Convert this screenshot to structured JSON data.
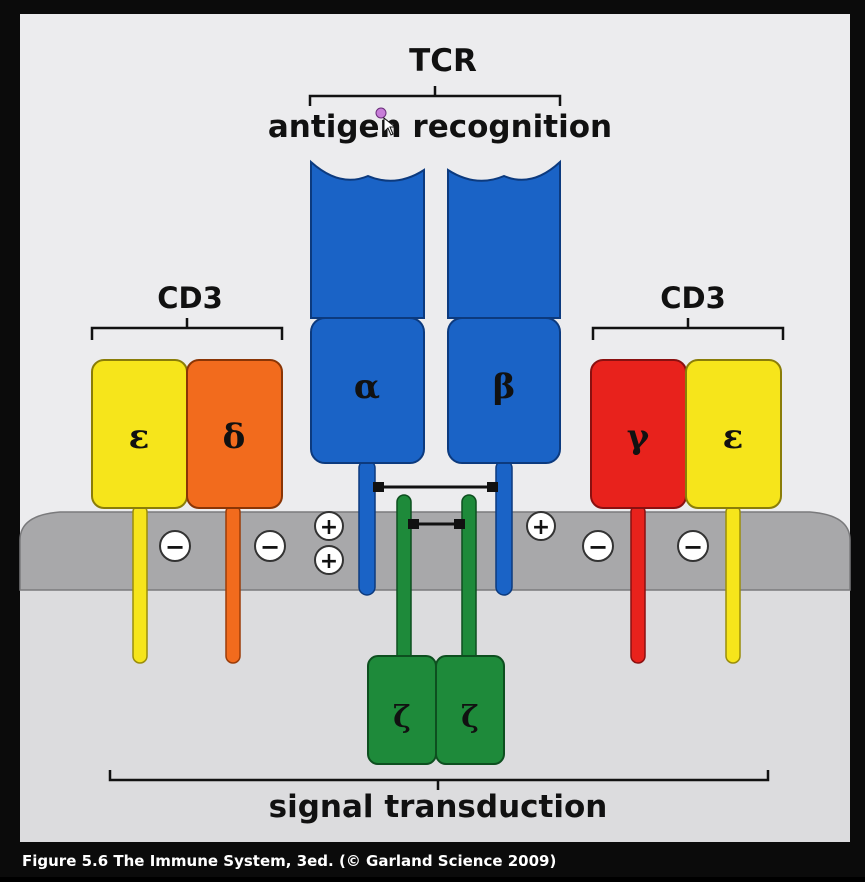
{
  "labels": {
    "tcr": "TCR",
    "antigen_recognition": "antigen recognition",
    "cd3_left": "CD3",
    "cd3_right": "CD3",
    "signal_transduction": "signal transduction"
  },
  "chains": {
    "epsilon_left": "ε",
    "delta": "δ",
    "alpha": "α",
    "beta": "β",
    "gamma": "γ",
    "epsilon_right": "ε",
    "zeta_left": "ζ",
    "zeta_right": "ζ"
  },
  "charges": {
    "minus": "−",
    "plus": "+"
  },
  "caption": "Figure 5.6  The Immune System, 3ed. (© Garland Science 2009)",
  "colors": {
    "yellow": "#f6e51b",
    "orange": "#f26b1d",
    "red": "#e8221c",
    "blue": "#1a63c6",
    "green": "#1e8a3a",
    "membrane": "#a8a8aa",
    "cytoplasm": "#dcdcde",
    "background": "#ececee"
  }
}
